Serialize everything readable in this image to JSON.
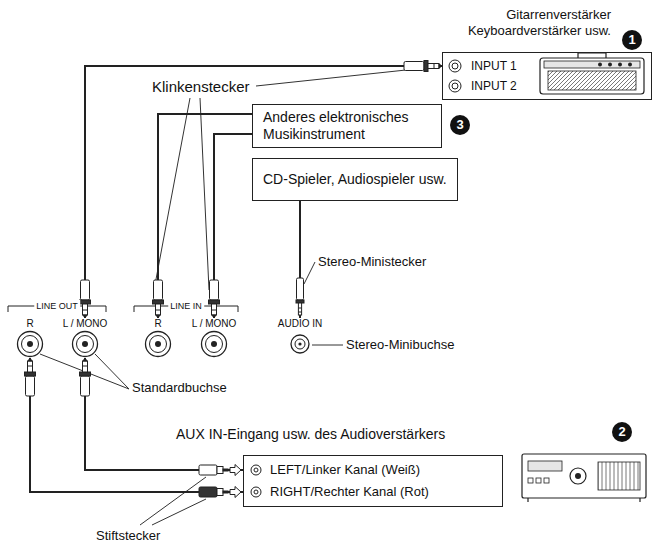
{
  "diagram": {
    "nodes": [
      {
        "text": [
          "Gitarrenverstärker Keyboardverstärker usw.",
          "INPUT 1",
          "INPUT 2"
        ]
      },
      {
        "text": [
          "Anderes elektronisches Musikinstrument"
        ]
      },
      {
        "text": [
          "CD-Spieler, Audiospieler usw."
        ]
      },
      {
        "text": [
          "R"
        ]
      },
      {
        "text": [
          "L / MONO"
        ]
      },
      {
        "text": [
          "R"
        ]
      },
      {
        "text": [
          "L / MONO"
        ]
      },
      {
        "text": [
          "AUDIO IN"
        ]
      },
      {
        "text": [
          "AUX IN-Eingang usw. des Audioverstärkers",
          "LEFT/Linker Kanal (Weiß)",
          "RIGHT/Rechter Kanal (Rot)"
        ]
      }
    ],
    "edges": [
      {
        "from": 4,
        "to": 0,
        "arrow": "none"
      },
      {
        "from": 1,
        "to": 5,
        "arrow": "none"
      },
      {
        "from": 1,
        "to": 6,
        "arrow": "none"
      },
      {
        "from": 2,
        "to": 7,
        "arrow": "none"
      },
      {
        "from": 4,
        "to": 8,
        "arrow": "none"
      },
      {
        "from": 3,
        "to": 8,
        "arrow": "none"
      }
    ],
    "labels": [
      "1",
      "Klinkenstecker",
      "3",
      "Stereo-Ministecker",
      "LINE OUT",
      "LINE IN",
      "Stereo-Minibuchse",
      "Standardbuchse",
      "2",
      "Stiftstecker"
    ]
  }
}
